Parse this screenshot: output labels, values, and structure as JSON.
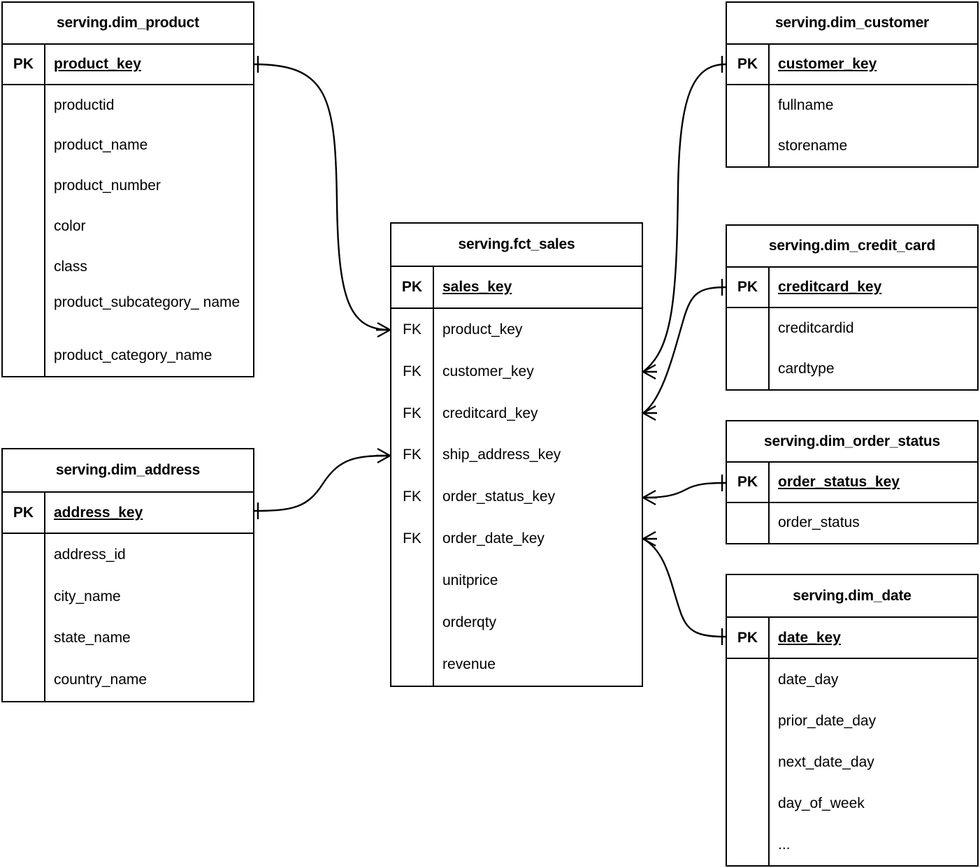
{
  "diagram": {
    "type": "entity-relationship-diagram",
    "notation": "crows-foot",
    "background_color": "#ffffff",
    "line_color": "#000000",
    "text_color": "#000000"
  },
  "entities": [
    {
      "id": "dim_product",
      "name": "serving.dim_product",
      "pk_label": "PK",
      "pk_column": "product_key",
      "attributes": [
        {
          "key": "",
          "name": "productid"
        },
        {
          "key": "",
          "name": "product_name"
        },
        {
          "key": "",
          "name": "product_number"
        },
        {
          "key": "",
          "name": "color"
        },
        {
          "key": "",
          "name": "class"
        },
        {
          "key": "",
          "name": "product_subcategory_\nname"
        },
        {
          "key": "",
          "name": "product_category_name"
        }
      ]
    },
    {
      "id": "dim_address",
      "name": "serving.dim_address",
      "pk_label": "PK",
      "pk_column": "address_key",
      "attributes": [
        {
          "key": "",
          "name": "address_id"
        },
        {
          "key": "",
          "name": "city_name"
        },
        {
          "key": "",
          "name": "state_name"
        },
        {
          "key": "",
          "name": "country_name"
        }
      ]
    },
    {
      "id": "fct_sales",
      "name": "serving.fct_sales",
      "pk_label": "PK",
      "pk_column": "sales_key",
      "attributes": [
        {
          "key": "FK",
          "name": "product_key"
        },
        {
          "key": "FK",
          "name": "customer_key"
        },
        {
          "key": "FK",
          "name": "creditcard_key"
        },
        {
          "key": "FK",
          "name": "ship_address_key"
        },
        {
          "key": "FK",
          "name": "order_status_key"
        },
        {
          "key": "FK",
          "name": "order_date_key"
        },
        {
          "key": "",
          "name": "unitprice"
        },
        {
          "key": "",
          "name": "orderqty"
        },
        {
          "key": "",
          "name": "revenue"
        }
      ]
    },
    {
      "id": "dim_customer",
      "name": "serving.dim_customer",
      "pk_label": "PK",
      "pk_column": "customer_key",
      "attributes": [
        {
          "key": "",
          "name": "fullname"
        },
        {
          "key": "",
          "name": "storename"
        }
      ]
    },
    {
      "id": "dim_credit_card",
      "name": "serving.dim_credit_card",
      "pk_label": "PK",
      "pk_column": "creditcard_key",
      "attributes": [
        {
          "key": "",
          "name": "creditcardid"
        },
        {
          "key": "",
          "name": "cardtype"
        }
      ]
    },
    {
      "id": "dim_order_status",
      "name": "serving.dim_order_status",
      "pk_label": "PK",
      "pk_column": "order_status_key",
      "attributes": [
        {
          "key": "",
          "name": "order_status"
        }
      ]
    },
    {
      "id": "dim_date",
      "name": "serving.dim_date",
      "pk_label": "PK",
      "pk_column": "date_key",
      "attributes": [
        {
          "key": "",
          "name": "date_day"
        },
        {
          "key": "",
          "name": "prior_date_day"
        },
        {
          "key": "",
          "name": "next_date_day"
        },
        {
          "key": "",
          "name": "day_of_week"
        },
        {
          "key": "",
          "name": "..."
        }
      ]
    }
  ],
  "relationships": [
    {
      "id": "rel-product-sales",
      "from": "dim_product.product_key",
      "to": "fct_sales.product_key",
      "from_cardinality": "one",
      "to_cardinality": "many"
    },
    {
      "id": "rel-address-sales",
      "from": "dim_address.address_key",
      "to": "fct_sales.ship_address_key",
      "from_cardinality": "one",
      "to_cardinality": "many"
    },
    {
      "id": "rel-customer-sales",
      "from": "dim_customer.customer_key",
      "to": "fct_sales.customer_key",
      "from_cardinality": "one",
      "to_cardinality": "many"
    },
    {
      "id": "rel-creditcard-sales",
      "from": "dim_credit_card.creditcard_key",
      "to": "fct_sales.creditcard_key",
      "from_cardinality": "one",
      "to_cardinality": "many"
    },
    {
      "id": "rel-orderstatus-sales",
      "from": "dim_order_status.order_status_key",
      "to": "fct_sales.order_status_key",
      "from_cardinality": "one",
      "to_cardinality": "many"
    },
    {
      "id": "rel-date-sales",
      "from": "dim_date.date_key",
      "to": "fct_sales.order_date_key",
      "from_cardinality": "one",
      "to_cardinality": "many"
    }
  ]
}
